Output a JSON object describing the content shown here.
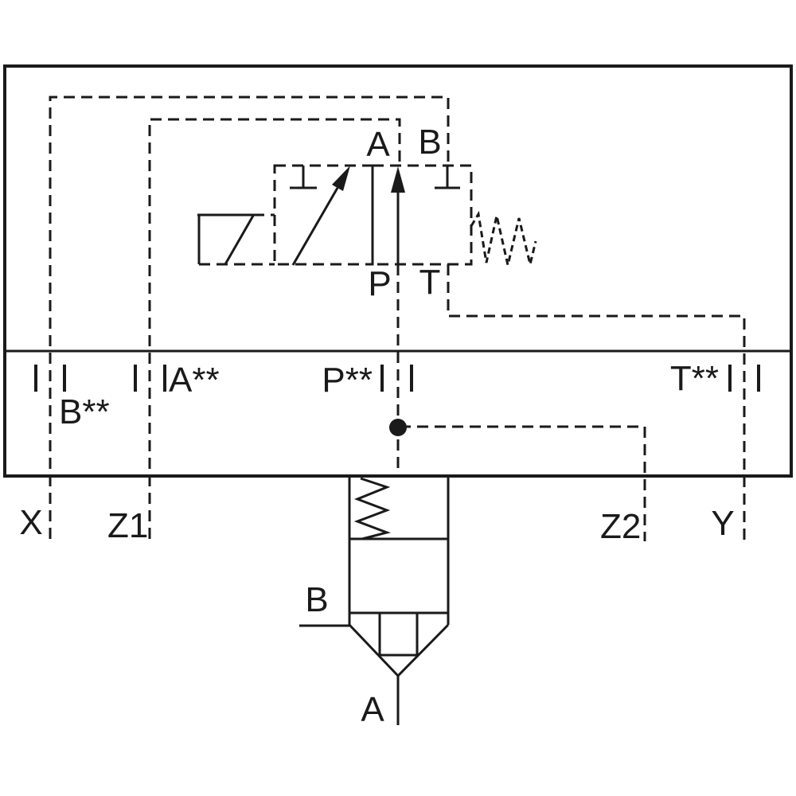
{
  "colors": {
    "line": "#1a1a1a",
    "background": "#ffffff"
  },
  "labels": {
    "pilot_valve": {
      "port_a": "A",
      "port_b": "B",
      "port_p": "P",
      "port_t": "T"
    },
    "manifold_ports": {
      "b": "B**",
      "a": "A**",
      "p": "P**",
      "t": "T**"
    },
    "pilot_lines": {
      "x": "X",
      "z1": "Z1",
      "z2": "Z2",
      "y": "Y"
    },
    "cartridge_ports": {
      "b": "B",
      "a": "A"
    }
  }
}
